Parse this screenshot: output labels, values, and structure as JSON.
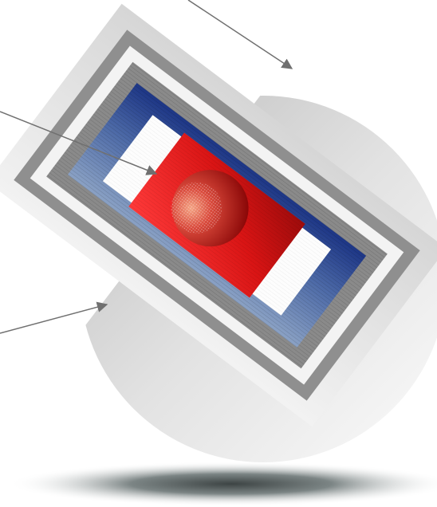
{
  "illustration": {
    "kind": "layered tilted panels over a shaded disc with floating shadow",
    "colors": {
      "background": "#ffffff",
      "disc_light": "#fafafa",
      "disc_dark": "#b8b8b8",
      "frame_light": "#e6e6e6",
      "frame_gray": "#8a8a8a",
      "blue_light": "#7f97bd",
      "blue_dark": "#1f3a8a",
      "red": "#e31b1b",
      "red_dark": "#8c0a0a",
      "callout_line": "#707070",
      "floor_shadow": "#4f5656"
    },
    "callouts": [
      {
        "id": "callout-top",
        "target": "outer-frame"
      },
      {
        "id": "callout-middle",
        "target": "red-panel"
      },
      {
        "id": "callout-bottom",
        "target": "blue-panel"
      }
    ]
  }
}
